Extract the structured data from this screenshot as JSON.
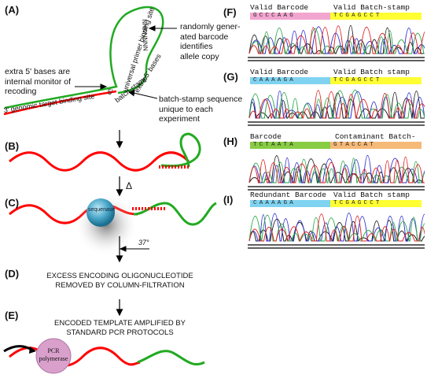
{
  "colors": {
    "strand_red": "#ff0000",
    "strand_green": "#22aa22",
    "barcode_pink": "#f2a6cf",
    "batch_yellow": "#ffff33",
    "barcode_blue": "#7fd3f0",
    "contam_green": "#88cc44",
    "contam_orange": "#f5b978",
    "sphere_blue": "#49a6c9",
    "pcr_pink": "#d9a0cc"
  },
  "left": {
    "panel_a": {
      "label": "(A)",
      "loop_text_upper": "universal primer binding site",
      "loop_text_ns": "NNNNNNN",
      "loop_text_extra": "extra 5' bases",
      "loop_text_batch": "batch-stamp",
      "loop_text_genomic": "3' genomic target binding site",
      "five_prime": "5'",
      "note_barcode": [
        "randomly gener-",
        "ated barcode",
        "identifies",
        "allele copy"
      ],
      "note_extra": [
        "extra 5' bases are",
        "internal monitor of",
        "recoding"
      ],
      "note_batch": [
        "batch-stamp sequence",
        "unique to each",
        "experiment"
      ]
    },
    "panel_b": {
      "label": "(B)"
    },
    "panel_c": {
      "label": "(C)",
      "delta": "Δ",
      "enzyme": "sequenase",
      "temp": "37°"
    },
    "panel_d": {
      "label": "(D)",
      "text": [
        "EXCESS ENCODING OLIGONUCLEOTIDE",
        "REMOVED BY COLUMN-FILTRATION"
      ]
    },
    "panel_e": {
      "label": "(E)",
      "text": [
        "ENCODED TEMPLATE AMPLIFIED BY",
        "STANDARD PCR PROTOCOLS"
      ],
      "enzyme": [
        "PCR",
        "polymerase"
      ]
    }
  },
  "traces": [
    {
      "label": "(F)",
      "left_title": "Valid Barcode",
      "right_title": "Valid Batch-stamp",
      "left_seq": "GCCCAAG",
      "right_seq": "TCGAGCCT",
      "left_color_key": "barcode_pink",
      "right_color_key": "batch_yellow"
    },
    {
      "label": "(G)",
      "left_title": "Valid Barcode",
      "right_title": "Valid Batch stamp",
      "left_seq": "CAAAAGA",
      "right_seq": "TCGAGCCT",
      "left_color_key": "barcode_blue",
      "right_color_key": "batch_yellow"
    },
    {
      "label": "(H)",
      "left_title": "Barcode",
      "right_title": "Contaminant Batch-stamp",
      "left_seq": "TCTAATA",
      "right_seq": "GTACCAT",
      "left_color_key": "contam_green",
      "right_color_key": "contam_orange"
    },
    {
      "label": "(I)",
      "left_title": "Redundant Barcode",
      "right_title": "Valid Batch stamp",
      "left_seq": "CAAAAGA",
      "right_seq": "TCGAGCCT",
      "left_color_key": "barcode_blue",
      "right_color_key": "batch_yellow"
    }
  ]
}
